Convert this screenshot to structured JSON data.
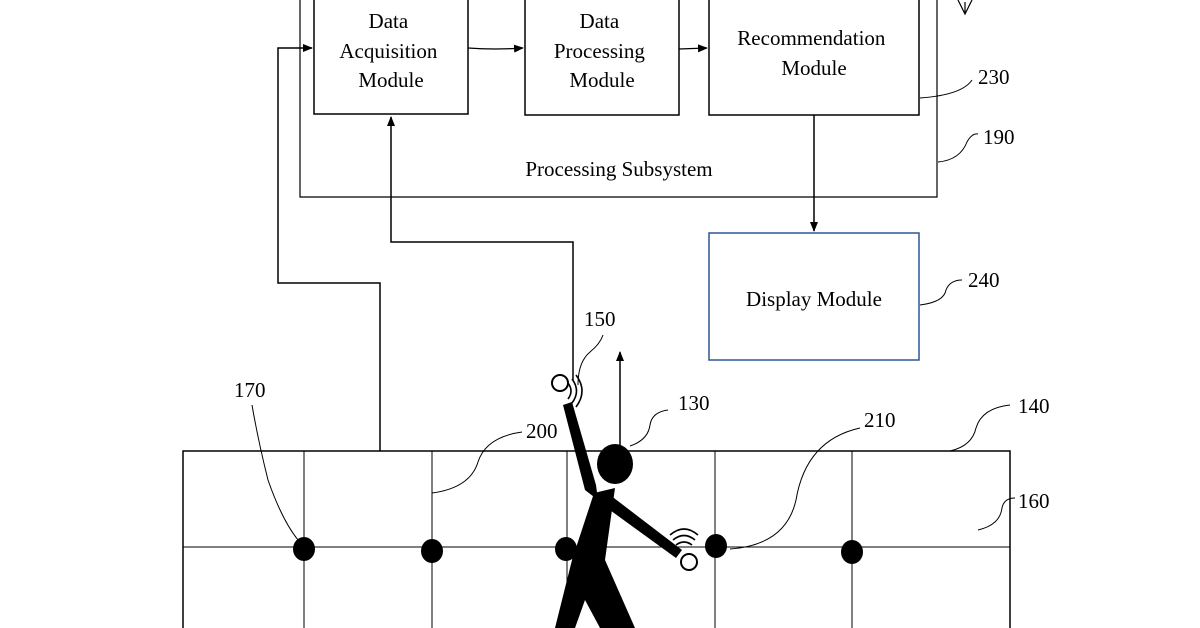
{
  "modules": {
    "acquisition": [
      "Data",
      "Acquisition",
      "Module"
    ],
    "processing": [
      "Data",
      "Processing",
      "Module"
    ],
    "recommendation": [
      "Recommendation",
      "Module"
    ],
    "display": "Display Module"
  },
  "subsystem_label": "Processing Subsystem",
  "refs": {
    "r230": "230",
    "r190": "190",
    "r240": "240",
    "r150": "150",
    "r130": "130",
    "r170": "170",
    "r200": "200",
    "r210": "210",
    "r140": "140",
    "r160": "160"
  },
  "colors": {
    "line": "#000000",
    "display_border": "#2e5597"
  }
}
